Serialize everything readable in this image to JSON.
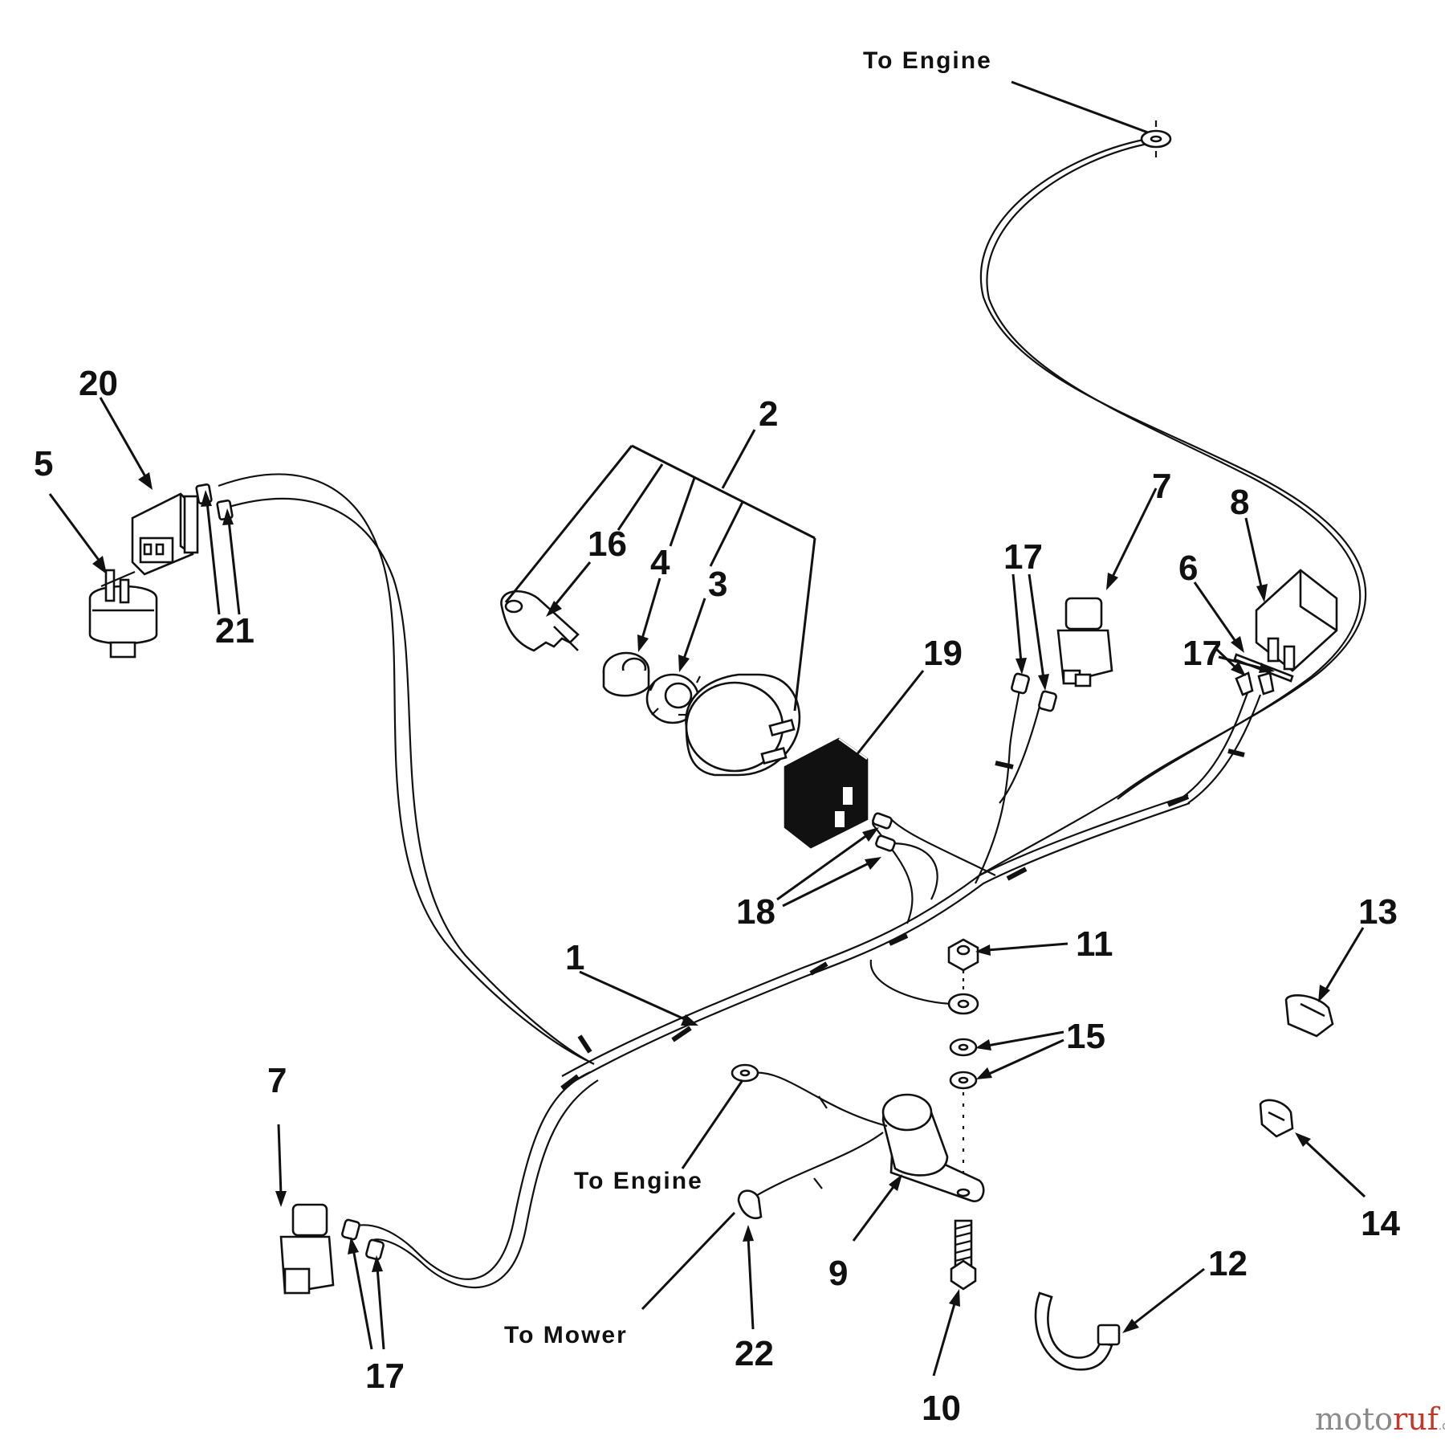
{
  "diagram": {
    "callouts": {
      "c1": "1",
      "c2": "2",
      "c3": "3",
      "c4": "4",
      "c5": "5",
      "c6": "6",
      "c7a": "7",
      "c7b": "7",
      "c8": "8",
      "c9": "9",
      "c10": "10",
      "c11": "11",
      "c12": "12",
      "c13": "13",
      "c14": "14",
      "c15": "15",
      "c16": "16",
      "c17a": "17",
      "c17b": "17",
      "c17c": "17",
      "c18": "18",
      "c19": "19",
      "c20": "20",
      "c21": "21",
      "c22": "22"
    },
    "captions": {
      "to_engine_top": "To Engine",
      "to_engine_mid": "To Engine",
      "to_mower": "To Mower"
    },
    "watermark": {
      "part1": "moto",
      "part2": "ruf",
      "part3": ".de"
    }
  }
}
